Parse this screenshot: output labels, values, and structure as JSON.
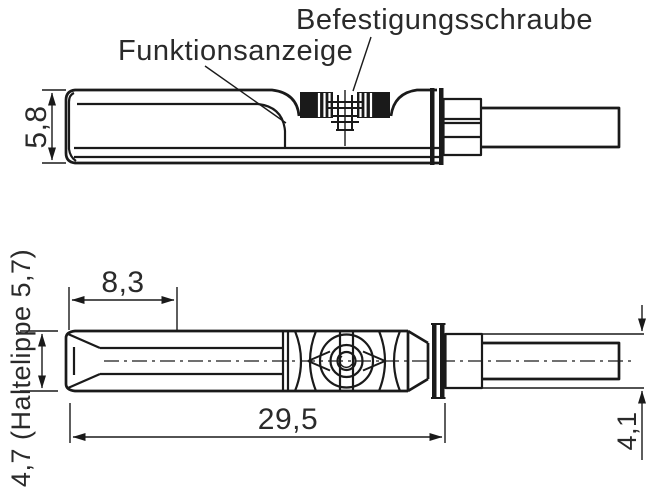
{
  "labels": {
    "mounting_screw": "Befestigungsschraube",
    "function_indicator": "Funktionsanzeige"
  },
  "dimensions": {
    "housing_height": "5,8",
    "nose_length": "8,3",
    "body_length": "29,5",
    "connector_height": "4,1",
    "side_note": "4,7 (Haltelippe 5,7)"
  },
  "colors": {
    "line": "#1a1a1a",
    "text": "#2a2a2a",
    "background": "#ffffff"
  }
}
